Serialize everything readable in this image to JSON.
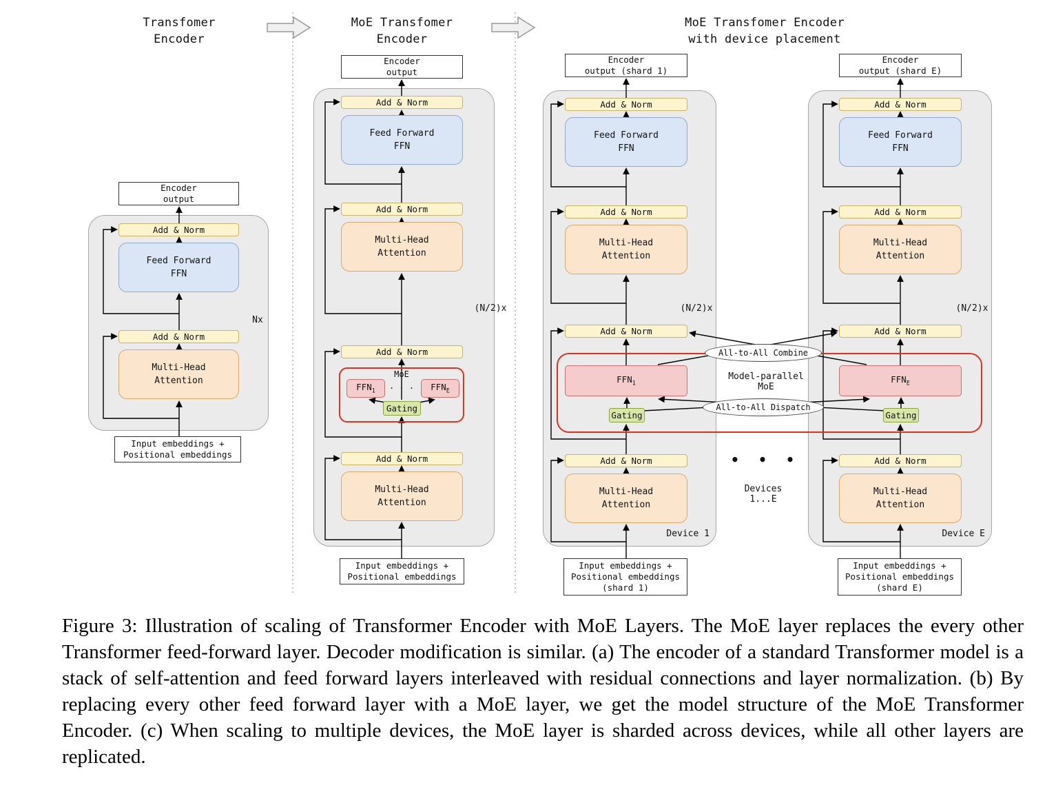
{
  "titles": {
    "panel1": "Transfomer\nEncoder",
    "panel2": "MoE Transfomer\nEncoder",
    "panel3": "MoE Transfomer Encoder\nwith device placement"
  },
  "labels": {
    "add_norm": "Add & Norm",
    "feed_forward": "Feed Forward\nFFN",
    "multi_head": "Multi-Head\nAttention",
    "gating": "Gating",
    "moe": "MoE",
    "expert_dots": ". . .",
    "nx": "Nx",
    "n2x": "(N/2)x",
    "ffn_base": "FFN",
    "ffn_sub_1": "1",
    "ffn_sub_e": "E"
  },
  "panel1": {
    "encoder_output": "Encoder\noutput",
    "input": "Input embeddings +\nPositional embeddings"
  },
  "panel2": {
    "encoder_output": "Encoder\noutput",
    "input": "Input embeddings +\nPositional embeddings"
  },
  "panel3": {
    "device1": {
      "encoder_output": "Encoder\noutput (shard 1)",
      "input": "Input embeddings +\nPositional embeddings\n(shard 1)",
      "device": "Device 1"
    },
    "deviceE": {
      "encoder_output": "Encoder\noutput (shard E)",
      "input": "Input embeddings +\nPositional embeddings\n(shard E)",
      "device": "Device E"
    },
    "all_to_all_combine": "All-to-All Combine",
    "all_to_all_dispatch": "All-to-All Dispatch",
    "model_parallel_moe": "Model-parallel\nMoE",
    "devices_dots": "• • •",
    "devices_range": "Devices\n1...E"
  },
  "caption": "Figure 3: Illustration of scaling of Transformer Encoder with MoE Layers. The MoE layer replaces the every other Transformer feed-forward layer. Decoder modification is similar. (a) The encoder of a standard Transformer model is a stack of self-attention and feed forward layers interleaved with residual connections and layer normalization. (b) By replacing every other feed forward layer with a MoE layer, we get the model structure of the MoE Transformer Encoder. (c) When scaling to multiple devices, the MoE layer is sharded across devices, while all other layers are replicated.",
  "colors": {
    "add_norm_fill": "#fcf3cf",
    "ffn_fill": "#dae6f5",
    "attention_fill": "#fbe5cc",
    "expert_fill": "#f4cccc",
    "gating_fill": "#d9e7a6",
    "container_fill": "#ebebeb",
    "moe_outline": "#e0301e"
  }
}
